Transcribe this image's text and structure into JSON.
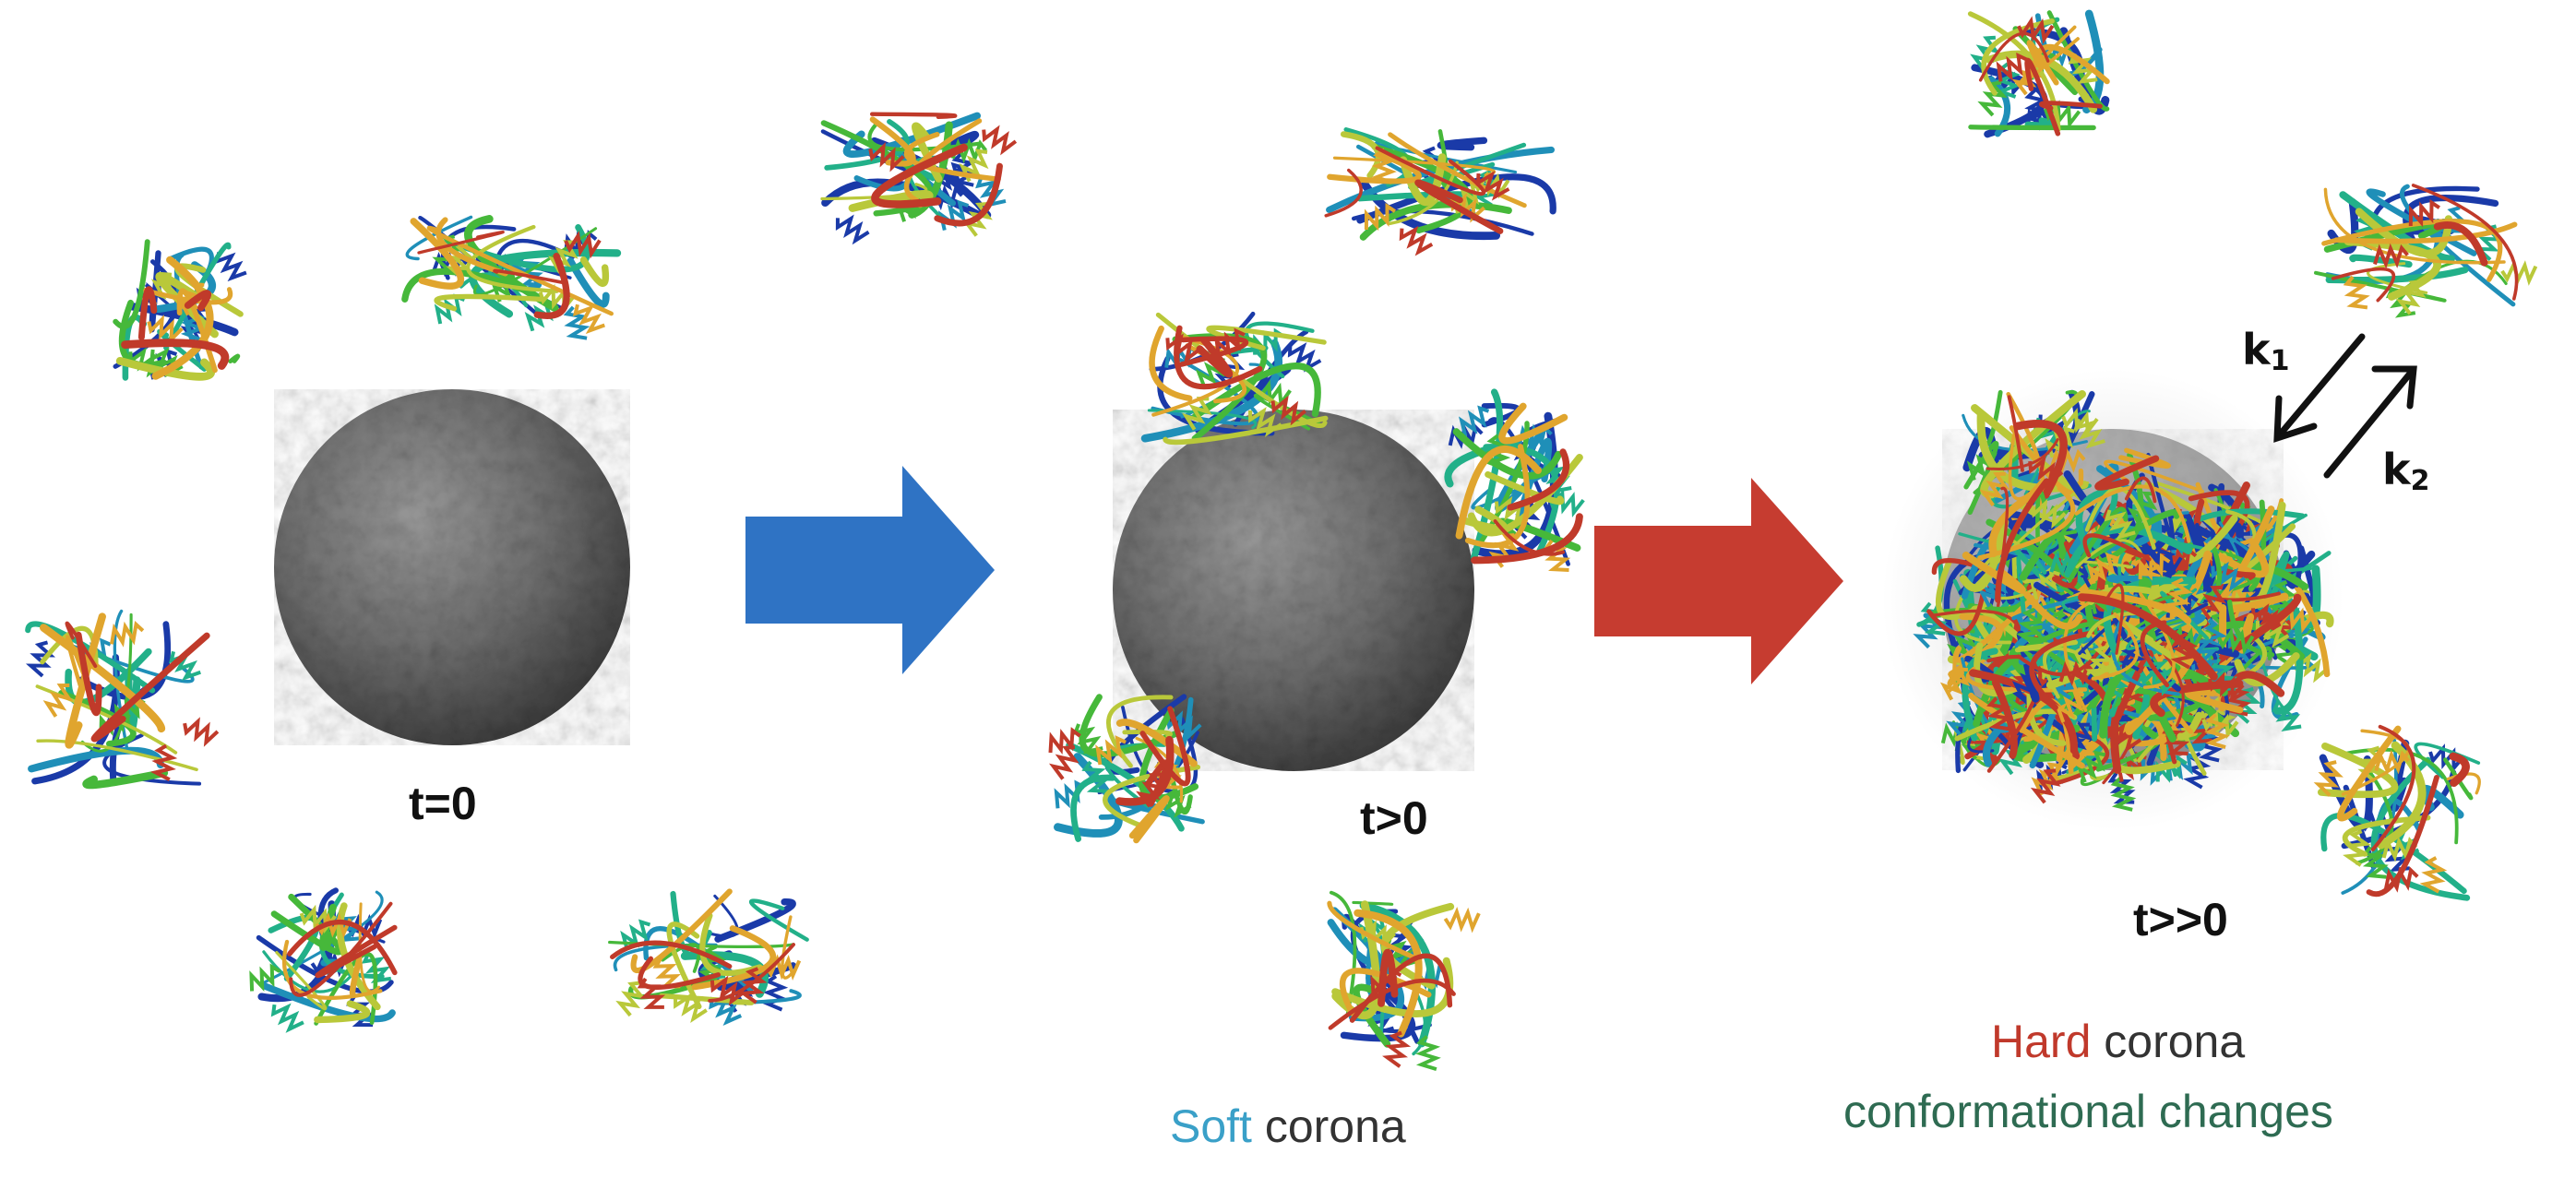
{
  "labels": {
    "t0": "t=0",
    "t1": "t>0",
    "t2": "t>>0",
    "k1_letter": "k",
    "k1_sub": "1",
    "k2_letter": "k",
    "k2_sub": "2"
  },
  "captions": {
    "soft_word": "Soft",
    "soft_rest": " corona",
    "hard_word": "Hard",
    "hard_rest": " corona",
    "conf_prefix": "conforma",
    "conf_rest": "tional changes"
  },
  "colors": {
    "soft_word": "#3aa0c8",
    "hard_word": "#c0392b",
    "conf_text": "#2e6b52",
    "caption_text": "#333333",
    "arrow_blue": "#2f73c4",
    "arrow_red": "#c63c30",
    "protein_palette": [
      "#1a3aa8",
      "#1f8fb8",
      "#22b089",
      "#46b83a",
      "#b9c83a",
      "#e0a52e",
      "#c03a2a"
    ]
  },
  "icons": {
    "protein": "protein-ribbon-icon",
    "nanoparticle": "nanoparticle-sphere-icon",
    "arrow": "process-arrow-icon"
  }
}
